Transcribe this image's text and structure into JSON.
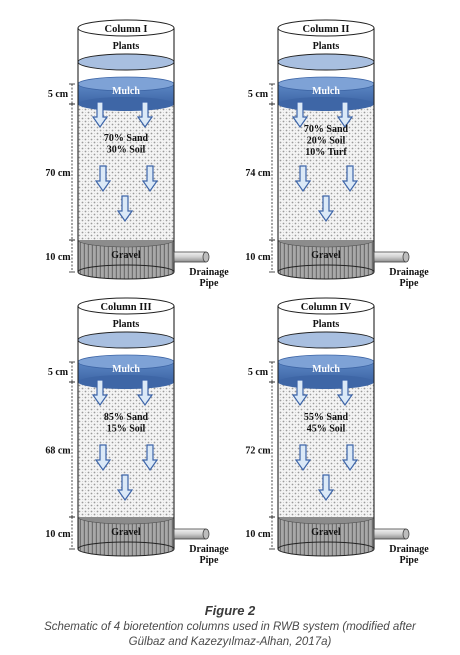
{
  "figure": {
    "columns": [
      {
        "id": "col1",
        "title": "Column I",
        "plants": "Plants",
        "mulch": "Mulch",
        "gravel": "Gravel",
        "mix_lines": [
          "70% Sand",
          "30% Soil"
        ],
        "dim_mulch": "5 cm",
        "dim_soil": "70 cm",
        "dim_gravel": "10 cm",
        "drainage": [
          "Drainage",
          "Pipe"
        ]
      },
      {
        "id": "col2",
        "title": "Column II",
        "plants": "Plants",
        "mulch": "Mulch",
        "gravel": "Gravel",
        "mix_lines": [
          "70% Sand",
          "20% Soil",
          "10% Turf"
        ],
        "dim_mulch": "5 cm",
        "dim_soil": "74 cm",
        "dim_gravel": "10 cm",
        "drainage": [
          "Drainage",
          "Pipe"
        ]
      },
      {
        "id": "col3",
        "title": "Column III",
        "plants": "Plants",
        "mulch": "Mulch",
        "gravel": "Gravel",
        "mix_lines": [
          "85% Sand",
          "15% Soil"
        ],
        "dim_mulch": "5 cm",
        "dim_soil": "68 cm",
        "dim_gravel": "10 cm",
        "drainage": [
          "Drainage",
          "Pipe"
        ]
      },
      {
        "id": "col4",
        "title": "Column IV",
        "plants": "Plants",
        "mulch": "Mulch",
        "gravel": "Gravel",
        "mix_lines": [
          "55% Sand",
          "45% Soil"
        ],
        "dim_mulch": "5 cm",
        "dim_soil": "72 cm",
        "dim_gravel": "10 cm",
        "drainage": [
          "Drainage",
          "Pipe"
        ]
      }
    ],
    "colors": {
      "mulch": "#4f79b8",
      "arrow_fill": "#dbe9f7",
      "arrow_stroke": "#3c64a8",
      "ring": "#a8bfe0",
      "gravel": "#8a8a8a"
    }
  },
  "caption": {
    "title": "Figure 2",
    "line1": "Schematic of 4 bioretention columns used in RWB system (modified after",
    "line2": "Gülbaz and Kazezyılmaz-Alhan, 2017a)"
  }
}
